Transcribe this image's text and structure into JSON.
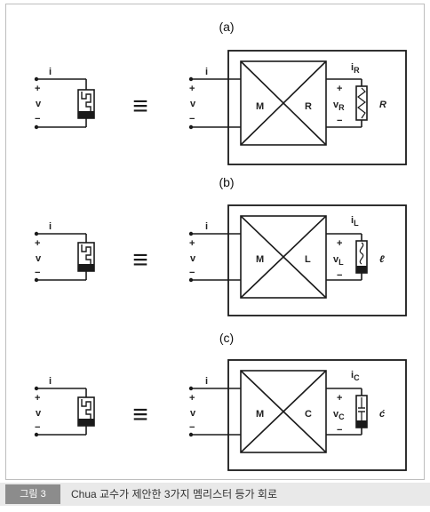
{
  "panels": [
    {
      "label": "(a)",
      "left_i": "i",
      "left_v": "v",
      "sign_plus": "+",
      "sign_minus": "−",
      "box_left": "M",
      "box_right": "R",
      "out_i": "i",
      "out_i_sub": "R",
      "out_v": "v",
      "out_v_sub": "R",
      "element": "R"
    },
    {
      "label": "(b)",
      "left_i": "i",
      "left_v": "v",
      "sign_plus": "+",
      "sign_minus": "−",
      "box_left": "M",
      "box_right": "L",
      "out_i": "i",
      "out_i_sub": "L",
      "out_v": "v",
      "out_v_sub": "L",
      "element": "ℓ"
    },
    {
      "label": "(c)",
      "left_i": "i",
      "left_v": "v",
      "sign_plus": "+",
      "sign_minus": "−",
      "box_left": "M",
      "box_right": "C",
      "out_i": "i",
      "out_i_sub": "C",
      "out_v": "v",
      "out_v_sub": "C",
      "element": "ć"
    }
  ],
  "equiv_symbol": "≡",
  "caption": {
    "tag": "그림 3",
    "text": "Chua 교수가 제안한 3가지 멤리스터 등가 회로"
  },
  "colors": {
    "line": "#1a1a1a",
    "caption_bg": "#e9e9e9",
    "tag_bg": "#8c8c8c"
  }
}
